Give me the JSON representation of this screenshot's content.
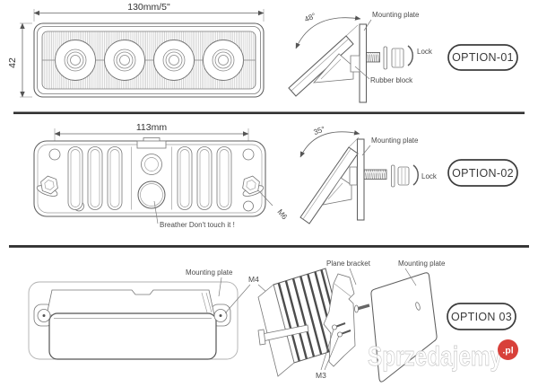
{
  "top_section": {
    "front_view": {
      "width_label": "130mm/5\"",
      "height_label": "42"
    },
    "option1": {
      "angle_label": "48°",
      "mounting_plate_label": "Mounting plate",
      "lock_label": "Lock",
      "rubber_block_label": "Rubber block",
      "badge": "OPTION-01"
    }
  },
  "middle_section": {
    "back_view": {
      "width_label": "113mm",
      "thread_label": "M6",
      "breather_label": "Breather Don't touch it !"
    },
    "option2": {
      "angle_label": "35°",
      "mounting_plate_label": "Mounting plate",
      "lock_label": "Lock",
      "badge": "OPTION-02"
    }
  },
  "bottom_section": {
    "plate_view": {
      "mounting_plate_label": "Mounting plate",
      "screw_label": "M4"
    },
    "exploded_view": {
      "plane_bracket_label": "Plane bracket",
      "mounting_plate_label": "Mounting plate",
      "screw_label": "M3"
    },
    "badge": "OPTION 03"
  },
  "watermark": {
    "text": "Sprzedajemy",
    "suffix": ".pl",
    "accent_color": "#d8403a"
  }
}
